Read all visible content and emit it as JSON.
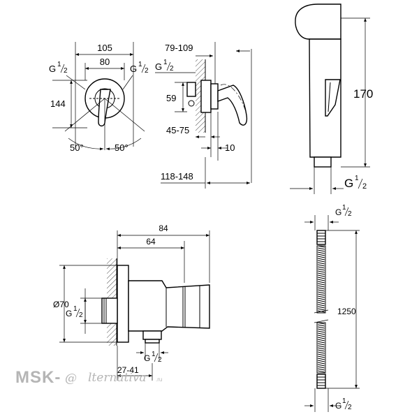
{
  "labels": {
    "d105": "105",
    "d80": "80",
    "g_left": "G",
    "g_right": "G",
    "g_side": "G",
    "thread_num": "1",
    "thread_den": "2",
    "d144": "144",
    "a50_left": "50°",
    "a50_right": "50°",
    "d79_109": "79-109",
    "d59": "59",
    "d45_75": "45-75",
    "d10": "10",
    "d118_148": "118-148",
    "d170": "170",
    "g_spray": "G",
    "d84": "84",
    "d64": "64",
    "d70": "Ø70",
    "g_elbow": "G",
    "g_elbow_bottom": "G",
    "d27_41": "27-41",
    "g_hose_top": "G",
    "d1250": "1250",
    "g_hose_bottom": "G"
  },
  "watermark": {
    "brand": "MSK-",
    "script": "lternativa",
    "suffix": ".ru"
  }
}
